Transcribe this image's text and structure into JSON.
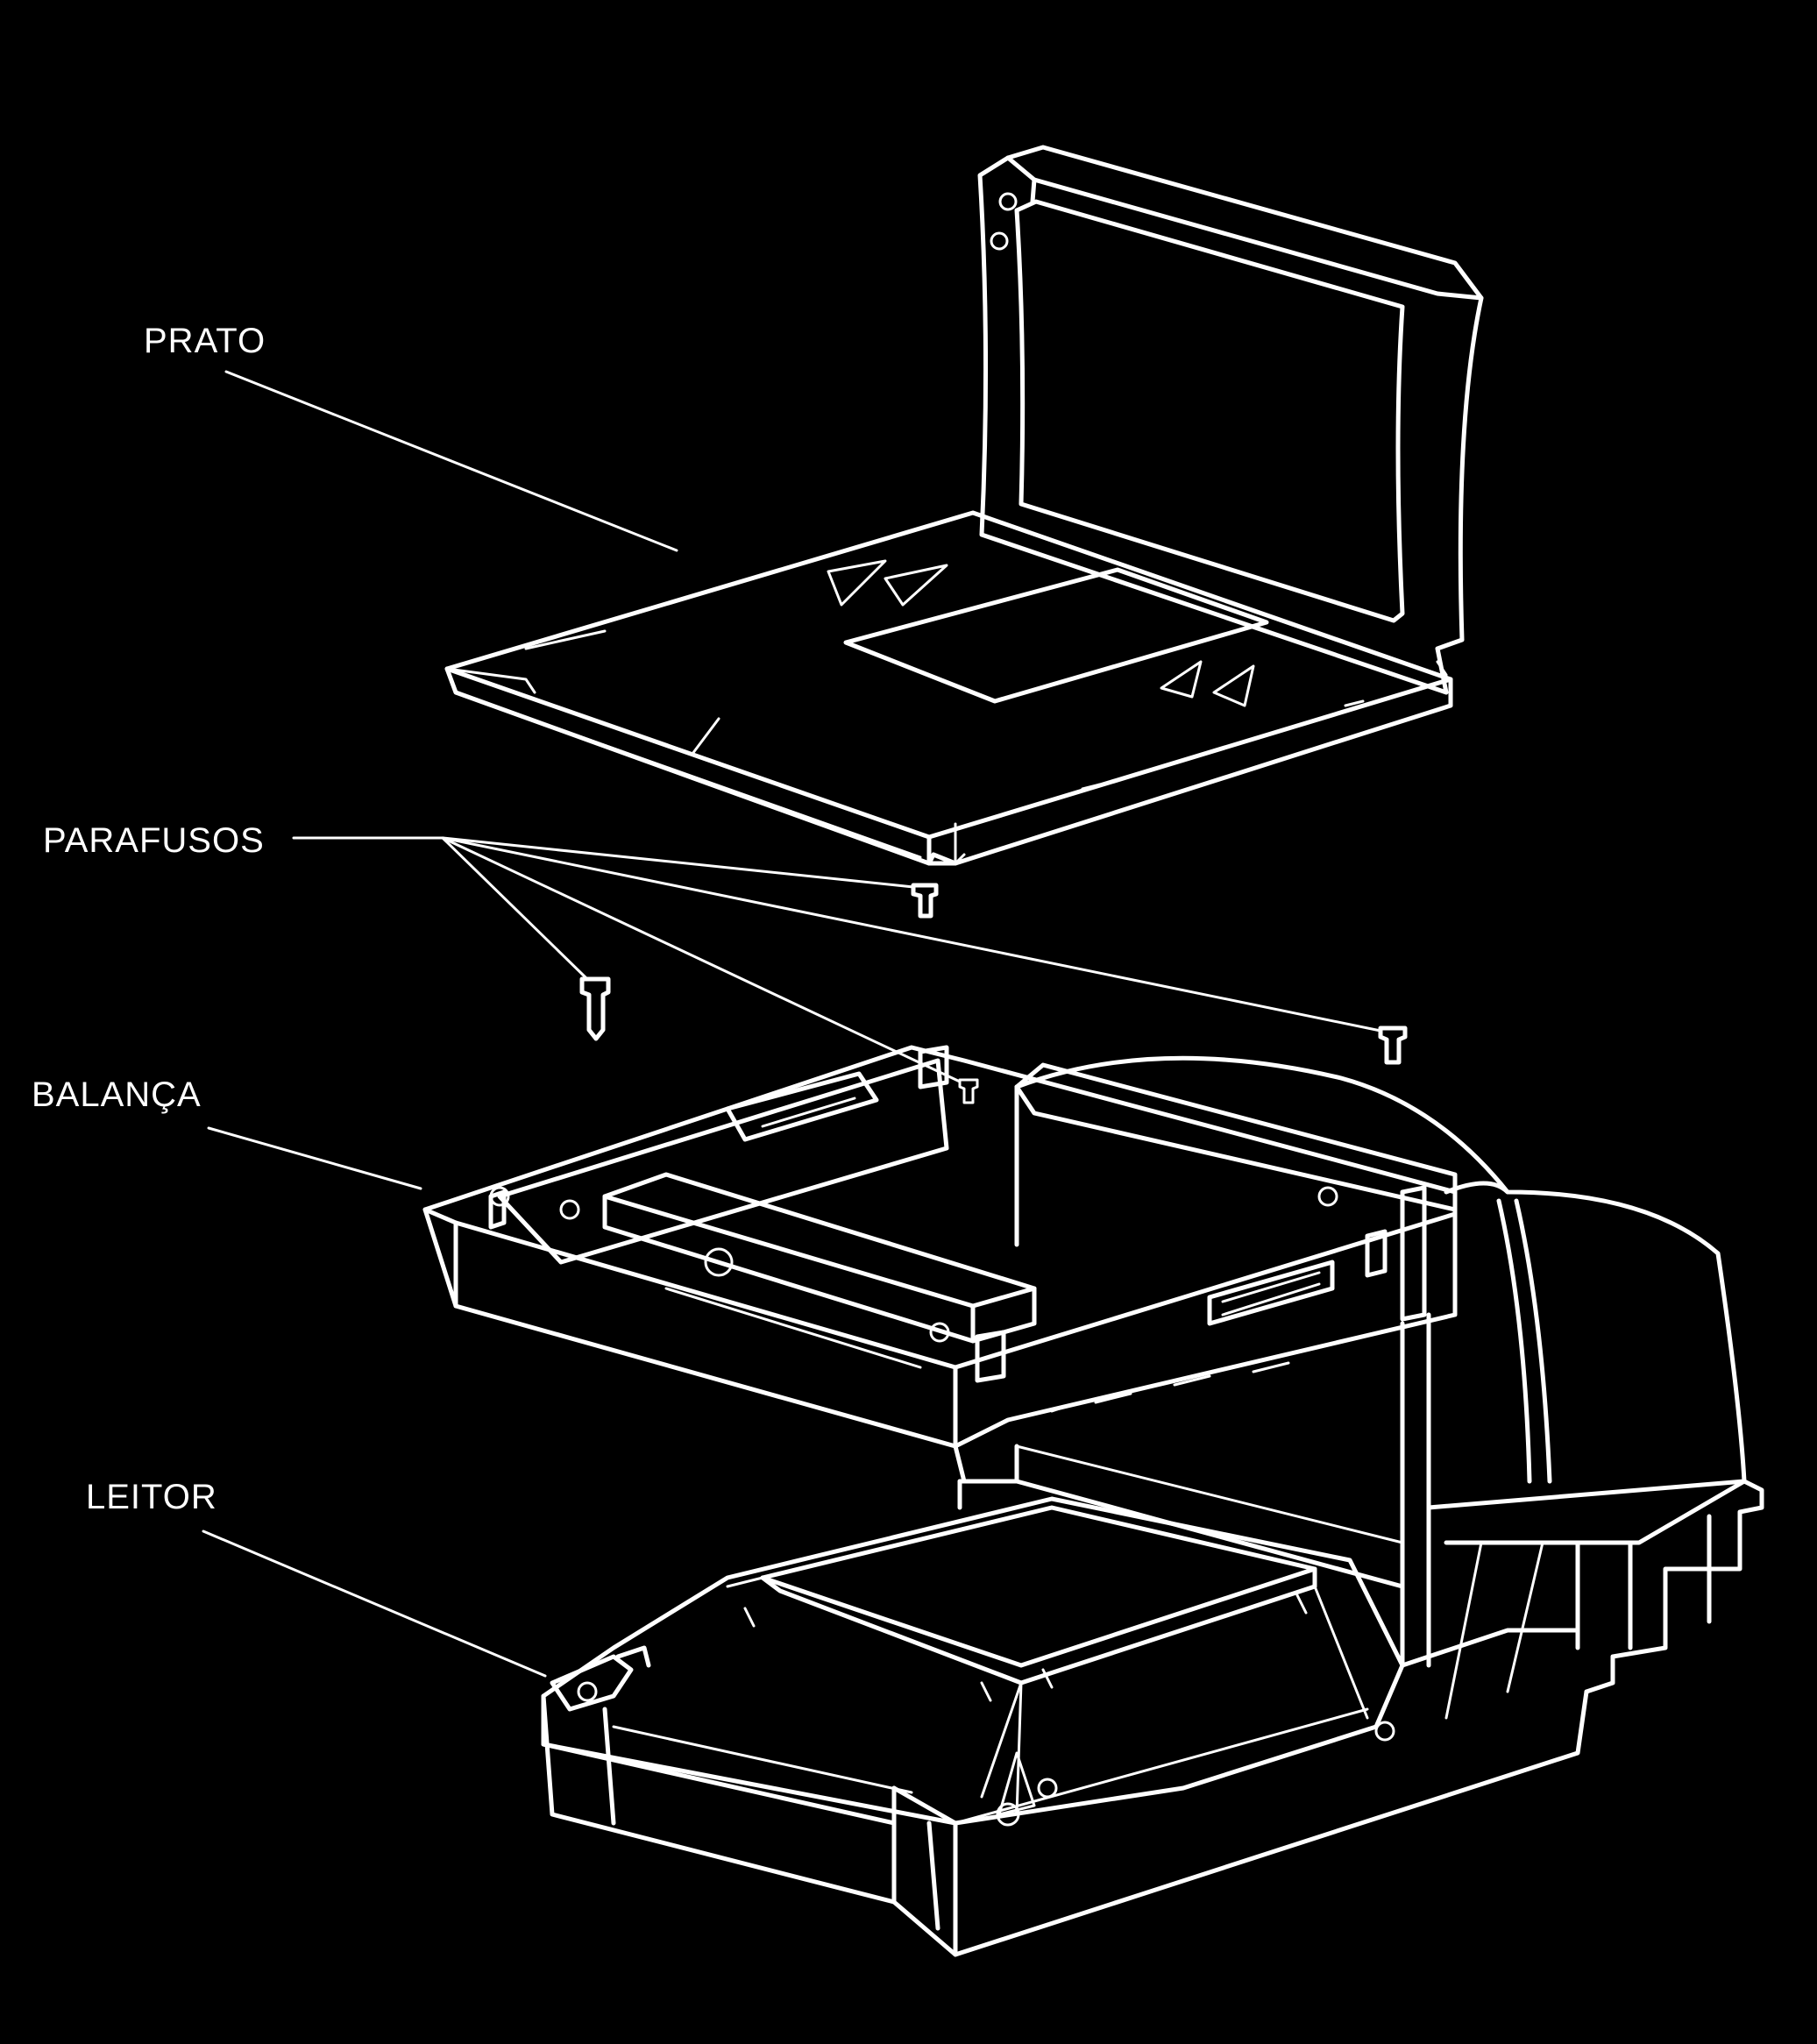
{
  "labels": {
    "prato": "PRATO",
    "parafusos": "PARAFUSOS",
    "balanca": "BALANÇA",
    "leitor": "LEITOR"
  },
  "colors": {
    "background": "#000000",
    "line": "#ffffff"
  }
}
